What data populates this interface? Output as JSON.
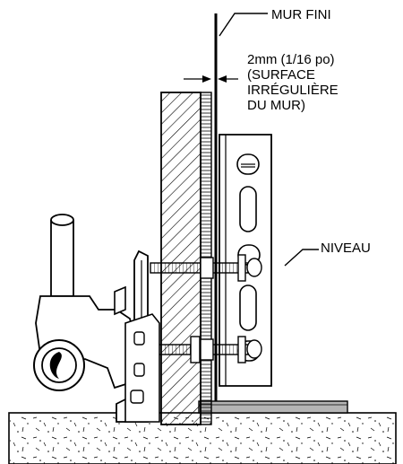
{
  "labels": {
    "finished_wall": "MUR FINI",
    "gap_line1": "2mm (1/16 po)",
    "gap_line2": "(SURFACE",
    "gap_line3": "IRRÉGULIÈRE",
    "gap_line4": "DU MUR)",
    "level": "NIVEAU"
  },
  "colors": {
    "line": "#000000",
    "fill": "#ffffff",
    "base_plate": "#b5b5b5"
  }
}
